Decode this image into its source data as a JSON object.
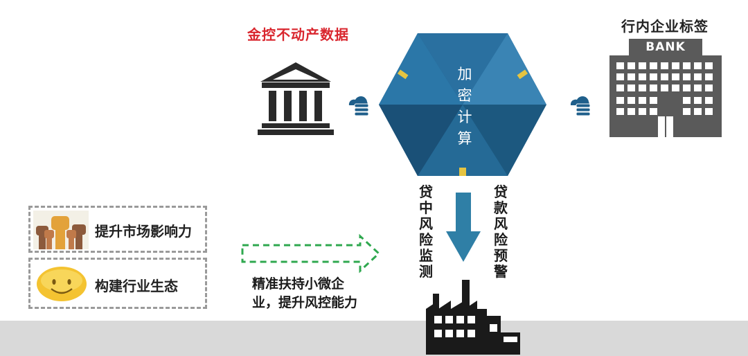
{
  "labels": {
    "realestate": "金控不动产数据",
    "enterprise_tags": "行内企业标签",
    "bank_sign": "BANK",
    "encrypted_compute": "加密计算",
    "inloan_monitor": "贷中风险监测",
    "loan_warning": "贷款风险预警",
    "support_text": "精准扶持小微企业，提升风控能力"
  },
  "benefits": [
    {
      "label": "提升市场影响力",
      "icon": "raised-fists-icon"
    },
    {
      "label": "构建行业生态",
      "icon": "smiley-icon"
    }
  ],
  "colors": {
    "hex_main": "#1f5f8b",
    "accent_red": "#d9262e",
    "arrow_blue": "#2f7fa6",
    "dash_green": "#2fa84f",
    "building_gray": "#5a5a5a"
  }
}
